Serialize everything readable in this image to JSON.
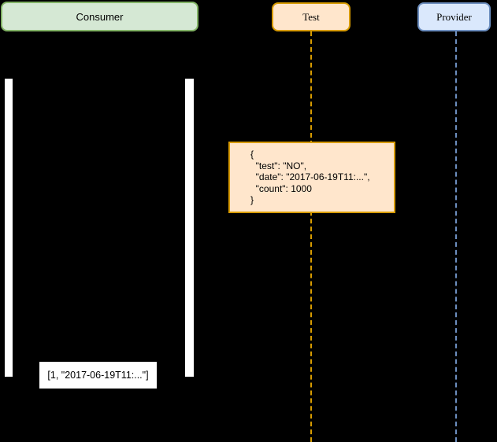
{
  "canvas": {
    "background": "#000000"
  },
  "participants": {
    "consumer": {
      "label": "Consumer",
      "fill": "#D5E8D4",
      "stroke": "#82B366"
    },
    "test": {
      "label": "Test",
      "fill": "#FFE6CC",
      "stroke": "#D79B00"
    },
    "provider": {
      "label": "Provider",
      "fill": "#DAE8FC",
      "stroke": "#6C8EBF"
    }
  },
  "lifelines": {
    "test_color": "#D79B00",
    "provider_color": "#6C8EBF"
  },
  "activations": {
    "fill": "#FFFFFF"
  },
  "note": {
    "fill": "#FFE6CC",
    "stroke": "#D79B00",
    "json_text": "{\n  \"test\": \"NO\",\n  \"date\": \"2017-06-19T11:...\",\n  \"count\": 1000\n}"
  },
  "message": {
    "label": "[1, \"2017-06-19T11:...\"]"
  }
}
